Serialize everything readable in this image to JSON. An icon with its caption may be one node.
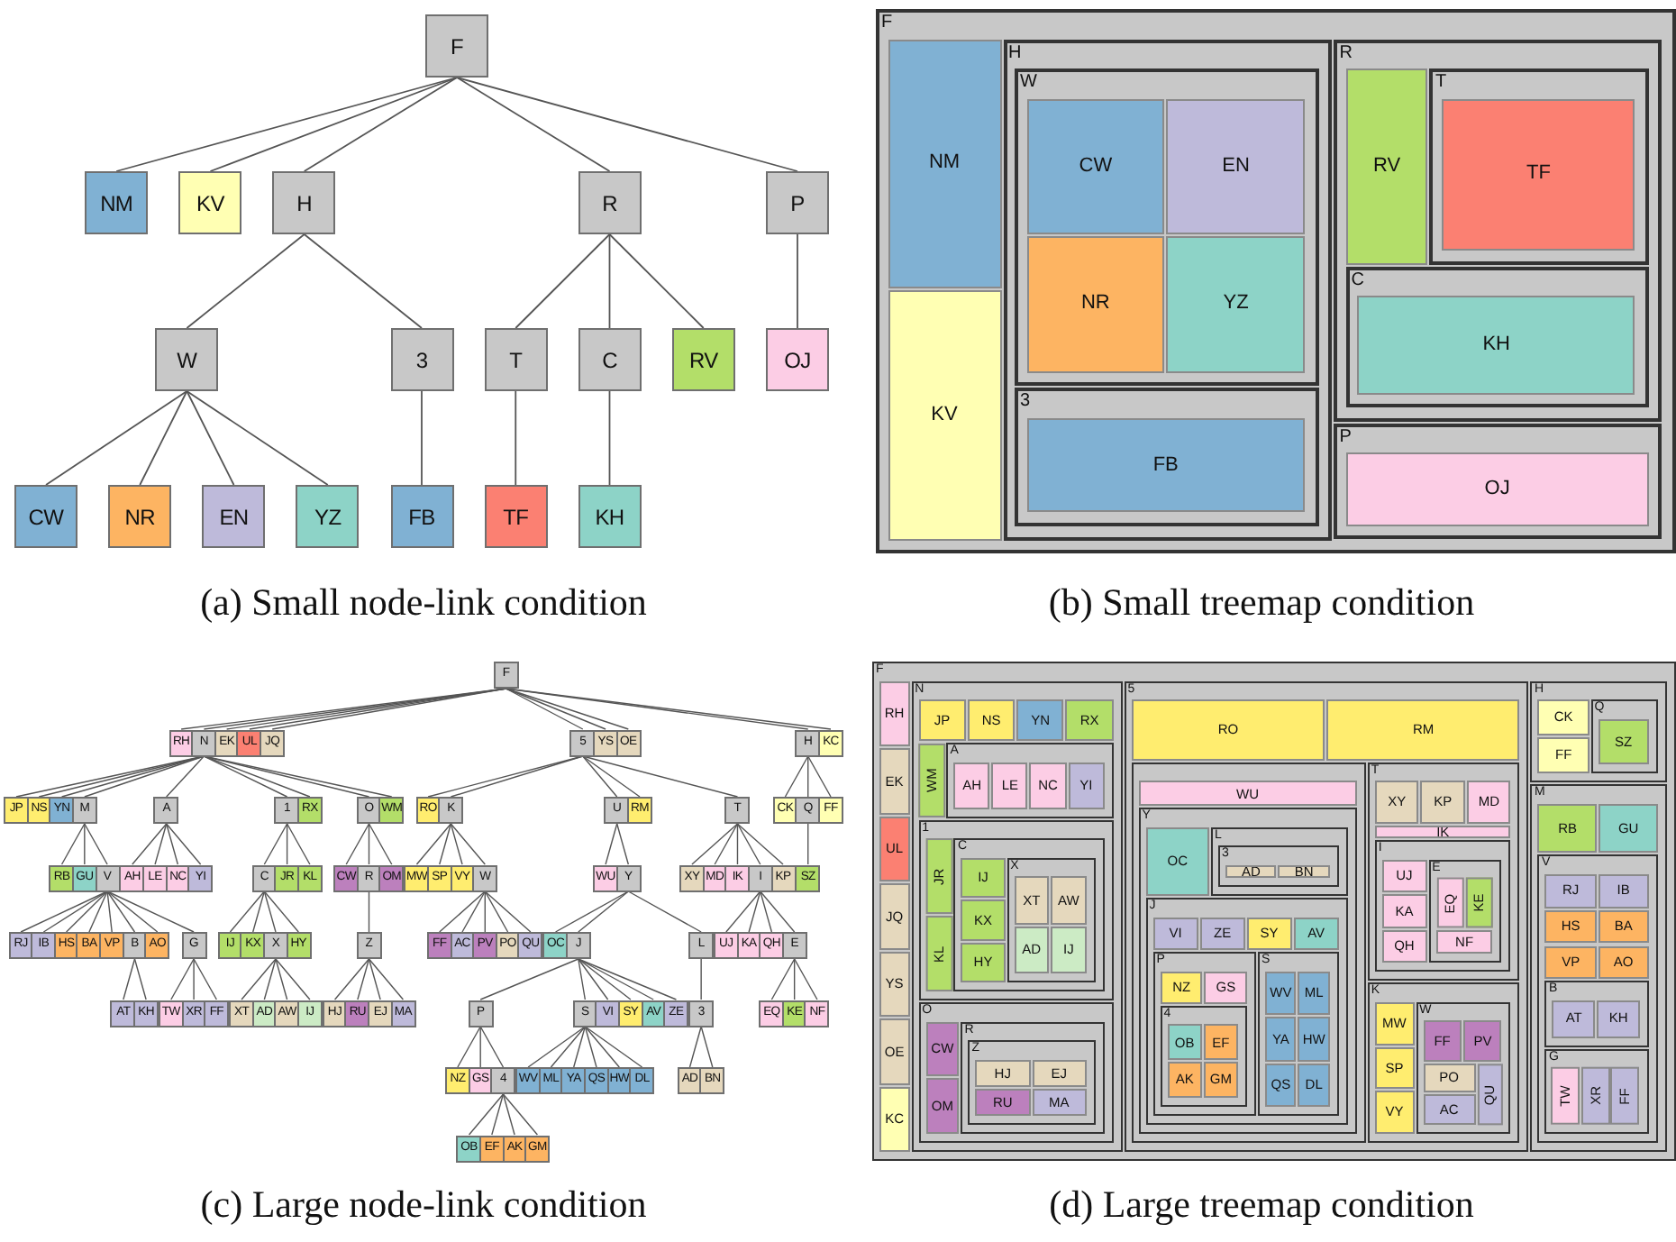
{
  "diagram": {
    "nodes": [
      {
        "text": [
          "F"
        ]
      },
      {
        "text": [
          "NM"
        ]
      },
      {
        "text": [
          "KV"
        ]
      },
      {
        "text": [
          "H"
        ]
      },
      {
        "text": [
          "R"
        ]
      },
      {
        "text": [
          "P"
        ]
      },
      {
        "text": [
          "W"
        ]
      },
      {
        "text": [
          "3"
        ]
      },
      {
        "text": [
          "T"
        ]
      },
      {
        "text": [
          "C"
        ]
      },
      {
        "text": [
          "RV"
        ]
      },
      {
        "text": [
          "OJ"
        ]
      },
      {
        "text": [
          "CW"
        ]
      },
      {
        "text": [
          "NR"
        ]
      },
      {
        "text": [
          "EN"
        ]
      },
      {
        "text": [
          "YZ"
        ]
      },
      {
        "text": [
          "FB"
        ]
      },
      {
        "text": [
          "TF"
        ]
      },
      {
        "text": [
          "KH"
        ]
      },
      {
        "text": [
          "F"
        ]
      },
      {
        "text": [
          "NM"
        ],
        "in": 19
      },
      {
        "text": [
          "KV"
        ],
        "in": 19
      },
      {
        "text": [
          "H"
        ],
        "in": 19
      },
      {
        "text": [
          "W"
        ],
        "in": 22
      },
      {
        "text": [
          "CW"
        ],
        "in": 23
      },
      {
        "text": [
          "NR"
        ],
        "in": 23
      },
      {
        "text": [
          "EN"
        ],
        "in": 23
      },
      {
        "text": [
          "YZ"
        ],
        "in": 23
      },
      {
        "text": [
          "3"
        ],
        "in": 22
      },
      {
        "text": [
          "FB"
        ],
        "in": 28
      },
      {
        "text": [
          "R"
        ],
        "in": 19
      },
      {
        "text": [
          "RV"
        ],
        "in": 30
      },
      {
        "text": [
          "T"
        ],
        "in": 30
      },
      {
        "text": [
          "TF"
        ],
        "in": 32
      },
      {
        "text": [
          "C"
        ],
        "in": 30
      },
      {
        "text": [
          "KH"
        ],
        "in": 34
      },
      {
        "text": [
          "P"
        ],
        "in": 19
      },
      {
        "text": [
          "OJ"
        ],
        "in": 36
      },
      {
        "text": [
          "F"
        ]
      },
      {
        "text": [
          "RH"
        ]
      },
      {
        "text": [
          "N"
        ]
      },
      {
        "text": [
          "JP"
        ]
      },
      {
        "text": [
          "NS"
        ]
      },
      {
        "text": [
          "YN"
        ]
      },
      {
        "text": [
          "M"
        ]
      },
      {
        "text": [
          "RB"
        ]
      },
      {
        "text": [
          "GU"
        ]
      },
      {
        "text": [
          "V"
        ]
      },
      {
        "text": [
          "RJ"
        ]
      },
      {
        "text": [
          "IB"
        ]
      },
      {
        "text": [
          "HS"
        ]
      },
      {
        "text": [
          "BA"
        ]
      },
      {
        "text": [
          "VP"
        ]
      },
      {
        "text": [
          "B"
        ]
      },
      {
        "text": [
          "AT"
        ]
      },
      {
        "text": [
          "KH"
        ]
      },
      {
        "text": [
          "AO"
        ]
      },
      {
        "text": [
          "G"
        ]
      },
      {
        "text": [
          "TW"
        ]
      },
      {
        "text": [
          "XR"
        ]
      },
      {
        "text": [
          "FF"
        ]
      },
      {
        "text": [
          "A"
        ]
      },
      {
        "text": [
          "AH"
        ]
      },
      {
        "text": [
          "LE"
        ]
      },
      {
        "text": [
          "NC"
        ]
      },
      {
        "text": [
          "YI"
        ]
      },
      {
        "text": [
          "1"
        ]
      },
      {
        "text": [
          "C"
        ]
      },
      {
        "text": [
          "IJ"
        ]
      },
      {
        "text": [
          "KX"
        ]
      },
      {
        "text": [
          "X"
        ]
      },
      {
        "text": [
          "XT"
        ]
      },
      {
        "text": [
          "AD"
        ]
      },
      {
        "text": [
          "AW"
        ]
      },
      {
        "text": [
          "IJ"
        ]
      },
      {
        "text": [
          "HY"
        ]
      },
      {
        "text": [
          "JR"
        ]
      },
      {
        "text": [
          "KL"
        ]
      },
      {
        "text": [
          "RX"
        ]
      },
      {
        "text": [
          "O"
        ]
      },
      {
        "text": [
          "CW"
        ]
      },
      {
        "text": [
          "R"
        ]
      },
      {
        "text": [
          "Z"
        ]
      },
      {
        "text": [
          "HJ"
        ]
      },
      {
        "text": [
          "RU"
        ]
      },
      {
        "text": [
          "EJ"
        ]
      },
      {
        "text": [
          "MA"
        ]
      },
      {
        "text": [
          "OM"
        ]
      },
      {
        "text": [
          "WM"
        ]
      },
      {
        "text": [
          "EK"
        ]
      },
      {
        "text": [
          "UL"
        ]
      },
      {
        "text": [
          "JQ"
        ]
      },
      {
        "text": [
          "5"
        ]
      },
      {
        "text": [
          "RO"
        ]
      },
      {
        "text": [
          "K"
        ]
      },
      {
        "text": [
          "MW"
        ]
      },
      {
        "text": [
          "SP"
        ]
      },
      {
        "text": [
          "VY"
        ]
      },
      {
        "text": [
          "W"
        ]
      },
      {
        "text": [
          "FF"
        ]
      },
      {
        "text": [
          "AC"
        ]
      },
      {
        "text": [
          "PV"
        ]
      },
      {
        "text": [
          "PO"
        ]
      },
      {
        "text": [
          "QU"
        ]
      },
      {
        "text": [
          "U"
        ]
      },
      {
        "text": [
          "WU"
        ]
      },
      {
        "text": [
          "Y"
        ]
      },
      {
        "text": [
          "OC"
        ]
      },
      {
        "text": [
          "J"
        ]
      },
      {
        "text": [
          "P"
        ]
      },
      {
        "text": [
          "NZ"
        ]
      },
      {
        "text": [
          "GS"
        ]
      },
      {
        "text": [
          "4"
        ]
      },
      {
        "text": [
          "OB"
        ]
      },
      {
        "text": [
          "EF"
        ]
      },
      {
        "text": [
          "AK"
        ]
      },
      {
        "text": [
          "GM"
        ]
      },
      {
        "text": [
          "S"
        ]
      },
      {
        "text": [
          "WV"
        ]
      },
      {
        "text": [
          "ML"
        ]
      },
      {
        "text": [
          "YA"
        ]
      },
      {
        "text": [
          "QS"
        ]
      },
      {
        "text": [
          "HW"
        ]
      },
      {
        "text": [
          "DL"
        ]
      },
      {
        "text": [
          "VI"
        ]
      },
      {
        "text": [
          "SY"
        ]
      },
      {
        "text": [
          "AV"
        ]
      },
      {
        "text": [
          "ZE"
        ]
      },
      {
        "text": [
          "L"
        ]
      },
      {
        "text": [
          "3"
        ]
      },
      {
        "text": [
          "AD"
        ]
      },
      {
        "text": [
          "BN"
        ]
      },
      {
        "text": [
          "RM"
        ]
      },
      {
        "text": [
          "T"
        ]
      },
      {
        "text": [
          "XY"
        ]
      },
      {
        "text": [
          "MD"
        ]
      },
      {
        "text": [
          "IK"
        ]
      },
      {
        "text": [
          "I"
        ]
      },
      {
        "text": [
          "UJ"
        ]
      },
      {
        "text": [
          "KA"
        ]
      },
      {
        "text": [
          "QH"
        ]
      },
      {
        "text": [
          "E"
        ]
      },
      {
        "text": [
          "EQ"
        ]
      },
      {
        "text": [
          "KE"
        ]
      },
      {
        "text": [
          "NF"
        ]
      },
      {
        "text": [
          "KP"
        ]
      },
      {
        "text": [
          "YS"
        ]
      },
      {
        "text": [
          "OE"
        ]
      },
      {
        "text": [
          "H"
        ]
      },
      {
        "text": [
          "CK"
        ]
      },
      {
        "text": [
          "Q"
        ]
      },
      {
        "text": [
          "SZ"
        ]
      },
      {
        "text": [
          "FF"
        ]
      },
      {
        "text": [
          "KC"
        ]
      },
      {
        "text": [
          "F"
        ]
      },
      {
        "text": [
          "RH"
        ],
        "in": 154
      },
      {
        "text": [
          "EK"
        ],
        "in": 154
      },
      {
        "text": [
          "UL"
        ],
        "in": 154
      },
      {
        "text": [
          "JQ"
        ],
        "in": 154
      },
      {
        "text": [
          "YS"
        ],
        "in": 154
      },
      {
        "text": [
          "OE"
        ],
        "in": 154
      },
      {
        "text": [
          "KC"
        ],
        "in": 154
      },
      {
        "text": [
          "N"
        ],
        "in": 154
      },
      {
        "text": [
          "JP"
        ],
        "in": 162
      },
      {
        "text": [
          "NS"
        ],
        "in": 162
      },
      {
        "text": [
          "YN"
        ],
        "in": 162
      },
      {
        "text": [
          "RX"
        ],
        "in": 162
      },
      {
        "text": [
          "WM"
        ],
        "in": 162
      },
      {
        "text": [
          "A"
        ],
        "in": 162
      },
      {
        "text": [
          "AH"
        ],
        "in": 168
      },
      {
        "text": [
          "LE"
        ],
        "in": 168
      },
      {
        "text": [
          "NC"
        ],
        "in": 168
      },
      {
        "text": [
          "YI"
        ],
        "in": 168
      },
      {
        "text": [
          "1"
        ],
        "in": 162
      },
      {
        "text": [
          "JR"
        ],
        "in": 173
      },
      {
        "text": [
          "KL"
        ],
        "in": 173
      },
      {
        "text": [
          "C"
        ],
        "in": 173
      },
      {
        "text": [
          "IJ"
        ],
        "in": 176
      },
      {
        "text": [
          "KX"
        ],
        "in": 176
      },
      {
        "text": [
          "HY"
        ],
        "in": 176
      },
      {
        "text": [
          "X"
        ],
        "in": 176
      },
      {
        "text": [
          "XT"
        ],
        "in": 180
      },
      {
        "text": [
          "AW"
        ],
        "in": 180
      },
      {
        "text": [
          "AD"
        ],
        "in": 180
      },
      {
        "text": [
          "IJ"
        ],
        "in": 180
      },
      {
        "text": [
          "O"
        ],
        "in": 162
      },
      {
        "text": [
          "CW"
        ],
        "in": 185
      },
      {
        "text": [
          "OM"
        ],
        "in": 185
      },
      {
        "text": [
          "R"
        ],
        "in": 185
      },
      {
        "text": [
          "Z"
        ],
        "in": 188
      },
      {
        "text": [
          "HJ"
        ],
        "in": 189
      },
      {
        "text": [
          "RU"
        ],
        "in": 189
      },
      {
        "text": [
          "EJ"
        ],
        "in": 189
      },
      {
        "text": [
          "MA"
        ],
        "in": 189
      },
      {
        "text": [
          "5"
        ],
        "in": 154
      },
      {
        "text": [
          "RO"
        ],
        "in": 194
      },
      {
        "text": [
          "RM"
        ],
        "in": 194
      },
      {
        "text": [],
        "shape": "box",
        "in": 194
      },
      {
        "text": [
          "WU"
        ],
        "in": 197
      },
      {
        "text": [
          "Y"
        ],
        "in": 197
      },
      {
        "text": [
          "OC"
        ],
        "in": 199
      },
      {
        "text": [
          "L"
        ],
        "in": 199
      },
      {
        "text": [
          "3"
        ],
        "in": 201
      },
      {
        "text": [
          "AD"
        ],
        "in": 202
      },
      {
        "text": [
          "BN"
        ],
        "in": 202
      },
      {
        "text": [
          "J"
        ],
        "in": 199
      },
      {
        "text": [
          "VI"
        ],
        "in": 205
      },
      {
        "text": [
          "ZE"
        ],
        "in": 205
      },
      {
        "text": [
          "SY"
        ],
        "in": 205
      },
      {
        "text": [
          "AV"
        ],
        "in": 205
      },
      {
        "text": [
          "P"
        ],
        "in": 205
      },
      {
        "text": [
          "NZ"
        ],
        "in": 210
      },
      {
        "text": [
          "GS"
        ],
        "in": 210
      },
      {
        "text": [
          "4"
        ],
        "in": 210
      },
      {
        "text": [
          "OB"
        ],
        "in": 213
      },
      {
        "text": [
          "EF"
        ],
        "in": 213
      },
      {
        "text": [
          "AK"
        ],
        "in": 213
      },
      {
        "text": [
          "GM"
        ],
        "in": 213
      },
      {
        "text": [
          "S"
        ],
        "in": 205
      },
      {
        "text": [
          "WV"
        ],
        "in": 218
      },
      {
        "text": [
          "ML"
        ],
        "in": 218
      },
      {
        "text": [
          "YA"
        ],
        "in": 218
      },
      {
        "text": [
          "HW"
        ],
        "in": 218
      },
      {
        "text": [
          "QS"
        ],
        "in": 218
      },
      {
        "text": [
          "DL"
        ],
        "in": 218
      },
      {
        "text": [
          "T"
        ],
        "in": 194
      },
      {
        "text": [
          "XY"
        ],
        "in": 225
      },
      {
        "text": [
          "KP"
        ],
        "in": 225
      },
      {
        "text": [
          "MD"
        ],
        "in": 225
      },
      {
        "text": [
          "IK"
        ],
        "in": 225
      },
      {
        "text": [
          "I"
        ],
        "in": 225
      },
      {
        "text": [
          "UJ"
        ],
        "in": 230
      },
      {
        "text": [
          "KA"
        ],
        "in": 230
      },
      {
        "text": [
          "QH"
        ],
        "in": 230
      },
      {
        "text": [
          "E"
        ],
        "in": 230
      },
      {
        "text": [
          "EQ"
        ],
        "in": 234
      },
      {
        "text": [
          "KE"
        ],
        "in": 234
      },
      {
        "text": [
          "NF"
        ],
        "in": 234
      },
      {
        "text": [
          "K"
        ],
        "in": 194
      },
      {
        "text": [
          "MW"
        ],
        "in": 238
      },
      {
        "text": [
          "SP"
        ],
        "in": 238
      },
      {
        "text": [
          "VY"
        ],
        "in": 238
      },
      {
        "text": [
          "W"
        ],
        "in": 238
      },
      {
        "text": [
          "FF"
        ],
        "in": 242
      },
      {
        "text": [
          "PV"
        ],
        "in": 242
      },
      {
        "text": [
          "PO"
        ],
        "in": 242
      },
      {
        "text": [
          "AC"
        ],
        "in": 242
      },
      {
        "text": [
          "QU"
        ],
        "in": 242
      },
      {
        "text": [
          "H"
        ],
        "in": 154
      },
      {
        "text": [
          "CK"
        ],
        "in": 248
      },
      {
        "text": [
          "FF"
        ],
        "in": 248
      },
      {
        "text": [
          "Q"
        ],
        "in": 248
      },
      {
        "text": [
          "SZ"
        ],
        "in": 251
      },
      {
        "text": [
          "M"
        ],
        "in": 154
      },
      {
        "text": [
          "RB"
        ],
        "in": 253
      },
      {
        "text": [
          "GU"
        ],
        "in": 253
      },
      {
        "text": [
          "V"
        ],
        "in": 253
      },
      {
        "text": [
          "RJ"
        ],
        "in": 256
      },
      {
        "text": [
          "IB"
        ],
        "in": 256
      },
      {
        "text": [
          "HS"
        ],
        "in": 256
      },
      {
        "text": [
          "BA"
        ],
        "in": 256
      },
      {
        "text": [
          "VP"
        ],
        "in": 256
      },
      {
        "text": [
          "AO"
        ],
        "in": 256
      },
      {
        "text": [
          "B"
        ],
        "in": 256
      },
      {
        "text": [
          "AT"
        ],
        "in": 263
      },
      {
        "text": [
          "KH"
        ],
        "in": 263
      },
      {
        "text": [
          "G"
        ],
        "in": 256
      },
      {
        "text": [
          "TW"
        ],
        "in": 266
      },
      {
        "text": [
          "XR"
        ],
        "in": 266
      },
      {
        "text": [
          "FF"
        ],
        "in": 266
      }
    ],
    "edges": [
      {
        "from": 0,
        "to": 1,
        "arrow": "none"
      },
      {
        "from": 0,
        "to": 2,
        "arrow": "none"
      },
      {
        "from": 0,
        "to": 3,
        "arrow": "none"
      },
      {
        "from": 0,
        "to": 4,
        "arrow": "none"
      },
      {
        "from": 0,
        "to": 5,
        "arrow": "none"
      },
      {
        "from": 3,
        "to": 6,
        "arrow": "none"
      },
      {
        "from": 3,
        "to": 7,
        "arrow": "none"
      },
      {
        "from": 4,
        "to": 8,
        "arrow": "none"
      },
      {
        "from": 4,
        "to": 9,
        "arrow": "none"
      },
      {
        "from": 4,
        "to": 10,
        "arrow": "none"
      },
      {
        "from": 5,
        "to": 11,
        "arrow": "none"
      },
      {
        "from": 6,
        "to": 12,
        "arrow": "none"
      },
      {
        "from": 6,
        "to": 13,
        "arrow": "none"
      },
      {
        "from": 6,
        "to": 14,
        "arrow": "none"
      },
      {
        "from": 6,
        "to": 15,
        "arrow": "none"
      },
      {
        "from": 7,
        "to": 16,
        "arrow": "none"
      },
      {
        "from": 8,
        "to": 17,
        "arrow": "none"
      },
      {
        "from": 9,
        "to": 18,
        "arrow": "none"
      },
      {
        "from": 38,
        "to": 39,
        "arrow": "none"
      },
      {
        "from": 38,
        "to": 40,
        "arrow": "none"
      },
      {
        "from": 38,
        "to": 89,
        "arrow": "none"
      },
      {
        "from": 38,
        "to": 90,
        "arrow": "none"
      },
      {
        "from": 38,
        "to": 91,
        "arrow": "none"
      },
      {
        "from": 38,
        "to": 92,
        "arrow": "none"
      },
      {
        "from": 38,
        "to": 146,
        "arrow": "none"
      },
      {
        "from": 38,
        "to": 147,
        "arrow": "none"
      },
      {
        "from": 38,
        "to": 148,
        "arrow": "none"
      },
      {
        "from": 38,
        "to": 153,
        "arrow": "none"
      },
      {
        "from": 40,
        "to": 41,
        "arrow": "none"
      },
      {
        "from": 40,
        "to": 42,
        "arrow": "none"
      },
      {
        "from": 40,
        "to": 43,
        "arrow": "none"
      },
      {
        "from": 40,
        "to": 44,
        "arrow": "none"
      },
      {
        "from": 40,
        "to": 61,
        "arrow": "none"
      },
      {
        "from": 40,
        "to": 66,
        "arrow": "none"
      },
      {
        "from": 40,
        "to": 78,
        "arrow": "none"
      },
      {
        "from": 40,
        "to": 79,
        "arrow": "none"
      },
      {
        "from": 40,
        "to": 88,
        "arrow": "none"
      },
      {
        "from": 44,
        "to": 45,
        "arrow": "none"
      },
      {
        "from": 44,
        "to": 46,
        "arrow": "none"
      },
      {
        "from": 44,
        "to": 47,
        "arrow": "none"
      },
      {
        "from": 47,
        "to": 48,
        "arrow": "none"
      },
      {
        "from": 47,
        "to": 49,
        "arrow": "none"
      },
      {
        "from": 47,
        "to": 50,
        "arrow": "none"
      },
      {
        "from": 47,
        "to": 51,
        "arrow": "none"
      },
      {
        "from": 47,
        "to": 52,
        "arrow": "none"
      },
      {
        "from": 47,
        "to": 53,
        "arrow": "none"
      },
      {
        "from": 47,
        "to": 56,
        "arrow": "none"
      },
      {
        "from": 47,
        "to": 57,
        "arrow": "none"
      },
      {
        "from": 53,
        "to": 54,
        "arrow": "none"
      },
      {
        "from": 53,
        "to": 55,
        "arrow": "none"
      },
      {
        "from": 57,
        "to": 58,
        "arrow": "none"
      },
      {
        "from": 57,
        "to": 59,
        "arrow": "none"
      },
      {
        "from": 57,
        "to": 60,
        "arrow": "none"
      },
      {
        "from": 61,
        "to": 62,
        "arrow": "none"
      },
      {
        "from": 61,
        "to": 63,
        "arrow": "none"
      },
      {
        "from": 61,
        "to": 64,
        "arrow": "none"
      },
      {
        "from": 61,
        "to": 65,
        "arrow": "none"
      },
      {
        "from": 66,
        "to": 67,
        "arrow": "none"
      },
      {
        "from": 66,
        "to": 76,
        "arrow": "none"
      },
      {
        "from": 66,
        "to": 77,
        "arrow": "none"
      },
      {
        "from": 67,
        "to": 68,
        "arrow": "none"
      },
      {
        "from": 67,
        "to": 69,
        "arrow": "none"
      },
      {
        "from": 67,
        "to": 70,
        "arrow": "none"
      },
      {
        "from": 67,
        "to": 75,
        "arrow": "none"
      },
      {
        "from": 70,
        "to": 71,
        "arrow": "none"
      },
      {
        "from": 70,
        "to": 72,
        "arrow": "none"
      },
      {
        "from": 70,
        "to": 73,
        "arrow": "none"
      },
      {
        "from": 70,
        "to": 74,
        "arrow": "none"
      },
      {
        "from": 79,
        "to": 80,
        "arrow": "none"
      },
      {
        "from": 79,
        "to": 81,
        "arrow": "none"
      },
      {
        "from": 79,
        "to": 87,
        "arrow": "none"
      },
      {
        "from": 81,
        "to": 82,
        "arrow": "none"
      },
      {
        "from": 82,
        "to": 83,
        "arrow": "none"
      },
      {
        "from": 82,
        "to": 84,
        "arrow": "none"
      },
      {
        "from": 82,
        "to": 85,
        "arrow": "none"
      },
      {
        "from": 82,
        "to": 86,
        "arrow": "none"
      },
      {
        "from": 92,
        "to": 93,
        "arrow": "none"
      },
      {
        "from": 92,
        "to": 94,
        "arrow": "none"
      },
      {
        "from": 92,
        "to": 104,
        "arrow": "none"
      },
      {
        "from": 92,
        "to": 132,
        "arrow": "none"
      },
      {
        "from": 92,
        "to": 133,
        "arrow": "none"
      },
      {
        "from": 94,
        "to": 95,
        "arrow": "none"
      },
      {
        "from": 94,
        "to": 96,
        "arrow": "none"
      },
      {
        "from": 94,
        "to": 97,
        "arrow": "none"
      },
      {
        "from": 94,
        "to": 98,
        "arrow": "none"
      },
      {
        "from": 98,
        "to": 99,
        "arrow": "none"
      },
      {
        "from": 98,
        "to": 100,
        "arrow": "none"
      },
      {
        "from": 98,
        "to": 101,
        "arrow": "none"
      },
      {
        "from": 98,
        "to": 102,
        "arrow": "none"
      },
      {
        "from": 98,
        "to": 103,
        "arrow": "none"
      },
      {
        "from": 104,
        "to": 105,
        "arrow": "none"
      },
      {
        "from": 104,
        "to": 106,
        "arrow": "none"
      },
      {
        "from": 106,
        "to": 107,
        "arrow": "none"
      },
      {
        "from": 106,
        "to": 108,
        "arrow": "none"
      },
      {
        "from": 106,
        "to": 128,
        "arrow": "none"
      },
      {
        "from": 108,
        "to": 109,
        "arrow": "none"
      },
      {
        "from": 108,
        "to": 117,
        "arrow": "none"
      },
      {
        "from": 108,
        "to": 124,
        "arrow": "none"
      },
      {
        "from": 108,
        "to": 125,
        "arrow": "none"
      },
      {
        "from": 108,
        "to": 126,
        "arrow": "none"
      },
      {
        "from": 108,
        "to": 127,
        "arrow": "none"
      },
      {
        "from": 109,
        "to": 110,
        "arrow": "none"
      },
      {
        "from": 109,
        "to": 111,
        "arrow": "none"
      },
      {
        "from": 109,
        "to": 112,
        "arrow": "none"
      },
      {
        "from": 112,
        "to": 113,
        "arrow": "none"
      },
      {
        "from": 112,
        "to": 114,
        "arrow": "none"
      },
      {
        "from": 112,
        "to": 115,
        "arrow": "none"
      },
      {
        "from": 112,
        "to": 116,
        "arrow": "none"
      },
      {
        "from": 117,
        "to": 118,
        "arrow": "none"
      },
      {
        "from": 117,
        "to": 119,
        "arrow": "none"
      },
      {
        "from": 117,
        "to": 120,
        "arrow": "none"
      },
      {
        "from": 117,
        "to": 121,
        "arrow": "none"
      },
      {
        "from": 117,
        "to": 122,
        "arrow": "none"
      },
      {
        "from": 117,
        "to": 123,
        "arrow": "none"
      },
      {
        "from": 128,
        "to": 129,
        "arrow": "none"
      },
      {
        "from": 129,
        "to": 130,
        "arrow": "none"
      },
      {
        "from": 129,
        "to": 131,
        "arrow": "none"
      },
      {
        "from": 133,
        "to": 134,
        "arrow": "none"
      },
      {
        "from": 133,
        "to": 135,
        "arrow": "none"
      },
      {
        "from": 133,
        "to": 136,
        "arrow": "none"
      },
      {
        "from": 133,
        "to": 137,
        "arrow": "none"
      },
      {
        "from": 133,
        "to": 145,
        "arrow": "none"
      },
      {
        "from": 137,
        "to": 138,
        "arrow": "none"
      },
      {
        "from": 137,
        "to": 139,
        "arrow": "none"
      },
      {
        "from": 137,
        "to": 140,
        "arrow": "none"
      },
      {
        "from": 137,
        "to": 141,
        "arrow": "none"
      },
      {
        "from": 141,
        "to": 142,
        "arrow": "none"
      },
      {
        "from": 141,
        "to": 143,
        "arrow": "none"
      },
      {
        "from": 141,
        "to": 144,
        "arrow": "none"
      },
      {
        "from": 148,
        "to": 149,
        "arrow": "none"
      },
      {
        "from": 148,
        "to": 150,
        "arrow": "none"
      },
      {
        "from": 148,
        "to": 152,
        "arrow": "none"
      },
      {
        "from": 150,
        "to": 151,
        "arrow": "none"
      }
    ],
    "labels": [
      "(a) Small node-link condition",
      "(b) Small treemap condition",
      "(c) Large node-link condition",
      "(d) Large treemap condition"
    ]
  }
}
